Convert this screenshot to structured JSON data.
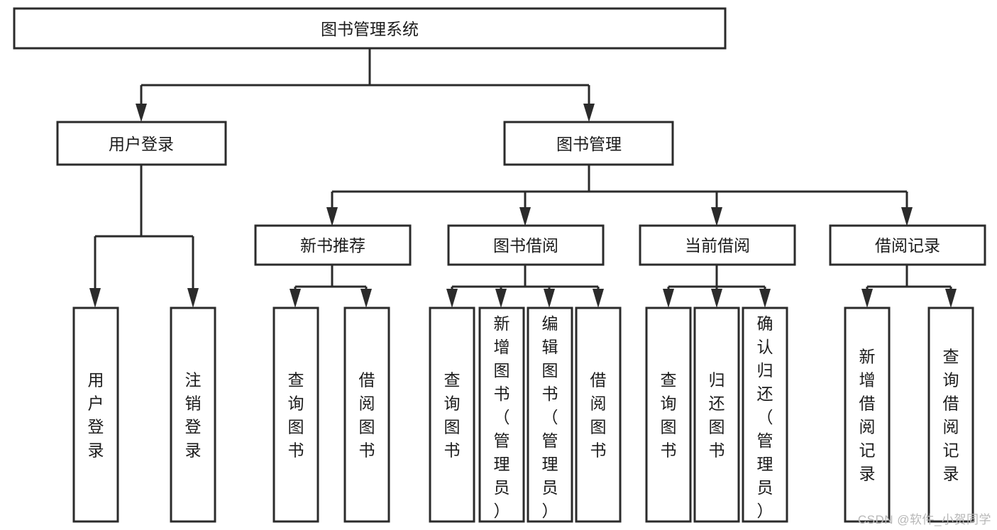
{
  "diagram": {
    "title": "图书管理系统",
    "type": "tree-hierarchy",
    "watermark": "CSDN @软件_小贺同学",
    "colors": {
      "stroke": "#2b2b2b",
      "fill": "#ffffff",
      "text": "#1b1b1b",
      "watermark": "#b7b7b7"
    },
    "root": {
      "label": "图书管理系统"
    },
    "level2": [
      {
        "label": "用户登录"
      },
      {
        "label": "图书管理"
      }
    ],
    "level3": [
      {
        "label": "新书推荐"
      },
      {
        "label": "图书借阅"
      },
      {
        "label": "当前借阅"
      },
      {
        "label": "借阅记录"
      }
    ],
    "leaves": {
      "user_login": [
        {
          "label": "用户登录"
        },
        {
          "label": "注销登录"
        }
      ],
      "new_book_recommend": [
        {
          "label": "查询图书"
        },
        {
          "label": "借阅图书"
        }
      ],
      "book_borrow": [
        {
          "label": "查询图书"
        },
        {
          "label": "新增图书（管理员）"
        },
        {
          "label": "编辑图书（管理员）"
        },
        {
          "label": "借阅图书"
        }
      ],
      "current_borrow": [
        {
          "label": "查询图书"
        },
        {
          "label": "归还图书"
        },
        {
          "label": "确认归还（管理员）"
        }
      ],
      "borrow_record": [
        {
          "label": "新增借阅记录"
        },
        {
          "label": "查询借阅记录"
        }
      ]
    }
  }
}
